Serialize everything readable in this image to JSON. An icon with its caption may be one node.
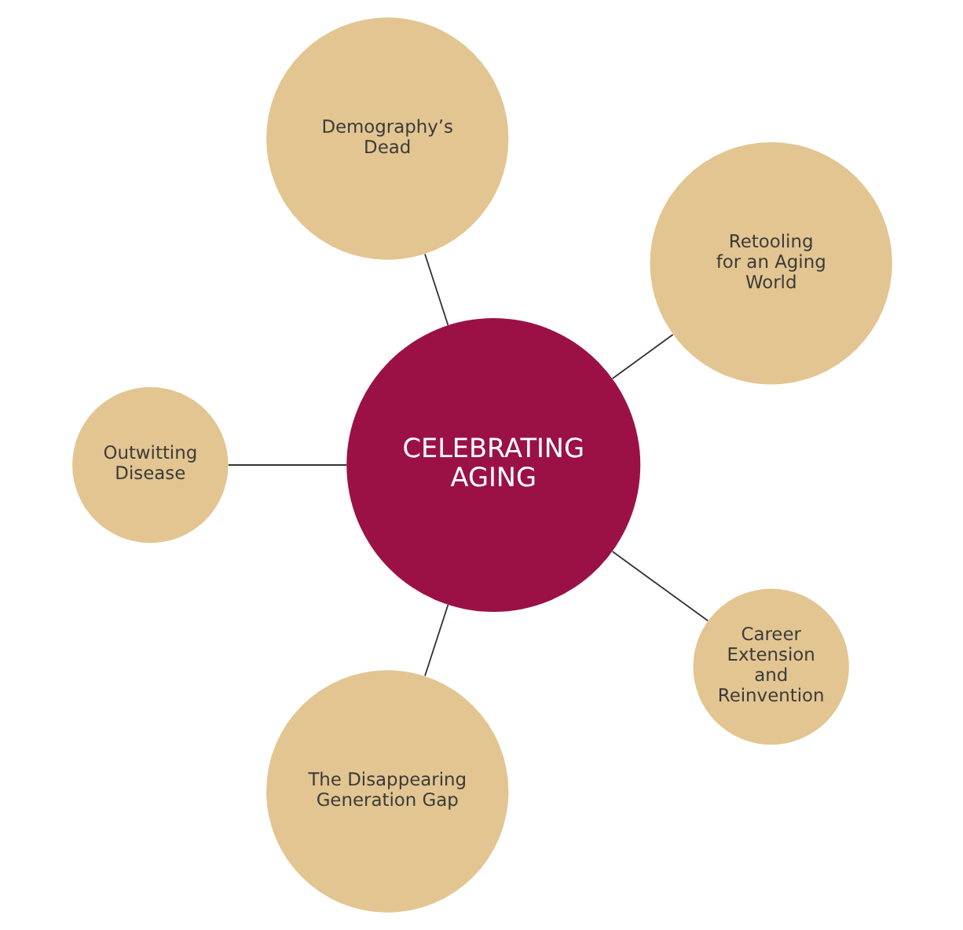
{
  "diagram": {
    "nodes": [
      {
        "text": [
          "Retooling for an Aging World"
        ]
      },
      {
        "text": [
          "Demography’s Dead"
        ]
      },
      {
        "text": [
          "CELEBRATING AGING"
        ]
      },
      {
        "text": [
          "Outwitting Disease"
        ]
      },
      {
        "text": [
          "The Disappearing Generation Gap"
        ]
      },
      {
        "text": [
          "Career Extension and Reinvention"
        ]
      }
    ],
    "edges": [
      {
        "from": 2,
        "to": 0,
        "arrow": "none"
      },
      {
        "from": 2,
        "to": 1,
        "arrow": "none"
      },
      {
        "from": 2,
        "to": 3,
        "arrow": "none"
      },
      {
        "from": 2,
        "to": 4,
        "arrow": "none"
      },
      {
        "from": 2,
        "to": 5,
        "arrow": "none"
      }
    ]
  }
}
